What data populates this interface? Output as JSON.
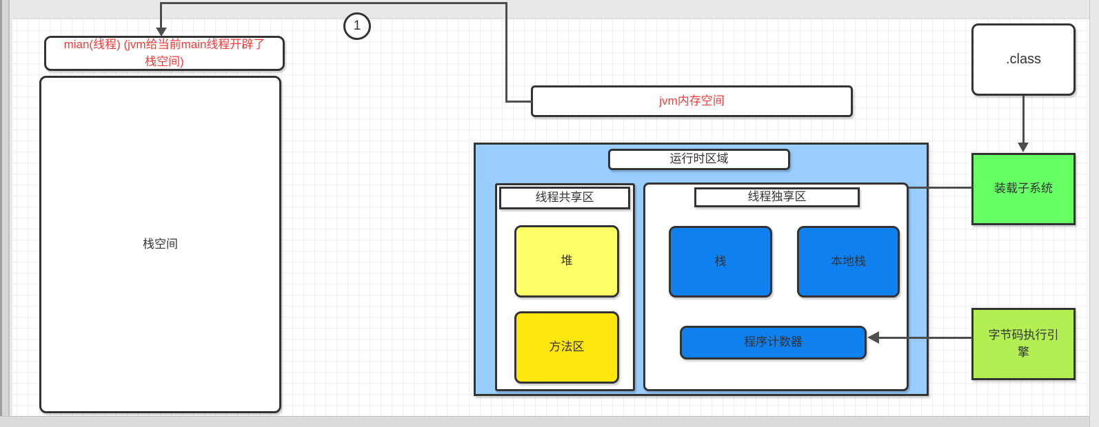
{
  "diagram": {
    "marker_label": "1",
    "colors": {
      "container_blue": "#99ccff",
      "box_blue": "#0e80f0",
      "heap_yellow": "#ffff66",
      "method_area_yellow": "#ffe60d",
      "subsystem_green": "#66ff66",
      "engine_yellow_green": "#b3ee53",
      "red_text": "#fb3838",
      "dark_text": "#333333",
      "shape_border": "#333333",
      "connector": "#4d4d4d"
    },
    "nodes": {
      "main_thread": {
        "label": "mian(线程) (jvm给当前main线程开辟了栈空间)"
      },
      "stack_space": {
        "label": "栈空间"
      },
      "jvm_memory": {
        "label": "jvm内存空间"
      },
      "runtime_area": {
        "label": "运行时区域"
      },
      "thread_shared_zone": {
        "label": "线程共享区"
      },
      "heap": {
        "label": "堆"
      },
      "method_area": {
        "label": "方法区"
      },
      "thread_private_zone": {
        "label": "线程独享区"
      },
      "stack": {
        "label": "栈"
      },
      "native_stack": {
        "label": "本地栈"
      },
      "program_counter": {
        "label": "程序计数器"
      },
      "class_file": {
        "label": ".class"
      },
      "load_subsystem": {
        "label": "装载子系统"
      },
      "bytecode_engine": {
        "label": "字节码执行引擎"
      }
    }
  }
}
